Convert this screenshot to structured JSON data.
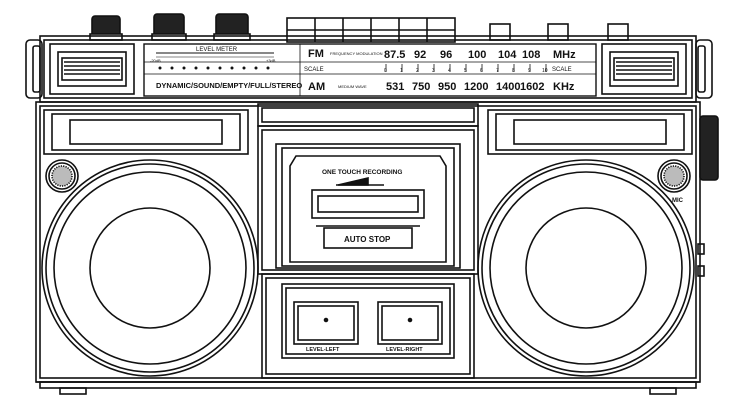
{
  "dial": {
    "level_meter_label": "LEVEL METER",
    "meter_min_label": "-20dB",
    "meter_max_label": "+3dB",
    "mode_label": "DYNAMIC/SOUND/EMPTY/FULL/STEREO",
    "fm_band": "FM",
    "am_band": "AM",
    "fm_sub_label": "FREQUENCY MODULATION",
    "am_sub_label": "MEDIUM WAVE",
    "scale_label_left": "SCALE",
    "scale_label_right": "SCALE",
    "fm_frequencies": [
      "87.5",
      "92",
      "96",
      "100",
      "104",
      "108"
    ],
    "am_frequencies": [
      "531",
      "750",
      "950",
      "1200",
      "1400",
      "1602"
    ],
    "fm_unit": "MHz",
    "am_unit": "KHz",
    "scale_numbers": [
      "0",
      "1",
      "2",
      "3",
      "4",
      "5",
      "6",
      "7",
      "8",
      "9",
      "10"
    ]
  },
  "cassette": {
    "record_label": "ONE TOUCH RECORDING",
    "auto_stop_label": "AUTO STOP"
  },
  "level": {
    "left_label": "LEVEL-LEFT",
    "right_label": "LEVEL-RIGHT"
  },
  "mic_label": "MIC",
  "colors": {
    "ink": "#111111",
    "paper": "#ffffff"
  }
}
